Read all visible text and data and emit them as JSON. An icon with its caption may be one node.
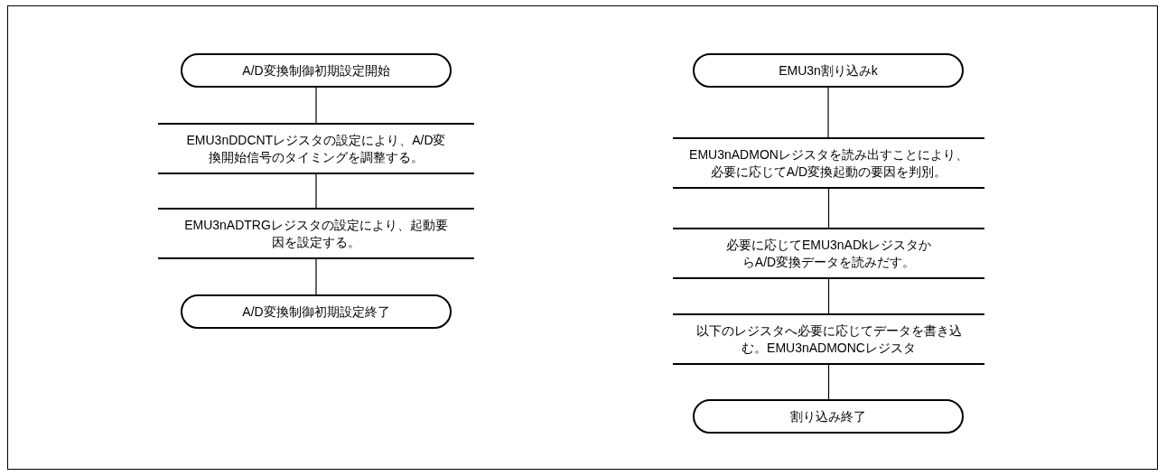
{
  "diagram": {
    "nodes": [
      {
        "text": [
          "A/D変換制御初期設定開始"
        ]
      },
      {
        "text": [
          "EMU3nDDCNTレジスタの設定により、A/D変換開始信号のタイミングを調整する。"
        ]
      },
      {
        "text": [
          "EMU3nADTRGレジスタの設定により、起動要因を設定する。"
        ]
      },
      {
        "text": [
          "A/D変換制御初期設定終了"
        ]
      },
      {
        "text": [
          "EMU3n割り込みk"
        ]
      },
      {
        "text": [
          "EMU3nADMONレジスタを読み出すことにより、必要に応じてA/D変換起動の要因を判別。"
        ]
      },
      {
        "text": [
          "必要に応じてEMU3nADkレジスタからA/D変換データを読みだす。"
        ]
      },
      {
        "text": [
          "以下のレジスタへ必要に応じてデータを書き込む。EMU3nADMONCレジスタ"
        ]
      },
      {
        "text": [
          "割り込み終了"
        ]
      }
    ],
    "edges": [
      {
        "from": 0,
        "to": 1,
        "arrow": "none"
      },
      {
        "from": 1,
        "to": 2,
        "arrow": "none"
      },
      {
        "from": 2,
        "to": 3,
        "arrow": "none"
      },
      {
        "from": 4,
        "to": 5,
        "arrow": "none"
      },
      {
        "from": 5,
        "to": 6,
        "arrow": "none"
      },
      {
        "from": 6,
        "to": 7,
        "arrow": "none"
      },
      {
        "from": 7,
        "to": 8,
        "arrow": "none"
      }
    ]
  }
}
